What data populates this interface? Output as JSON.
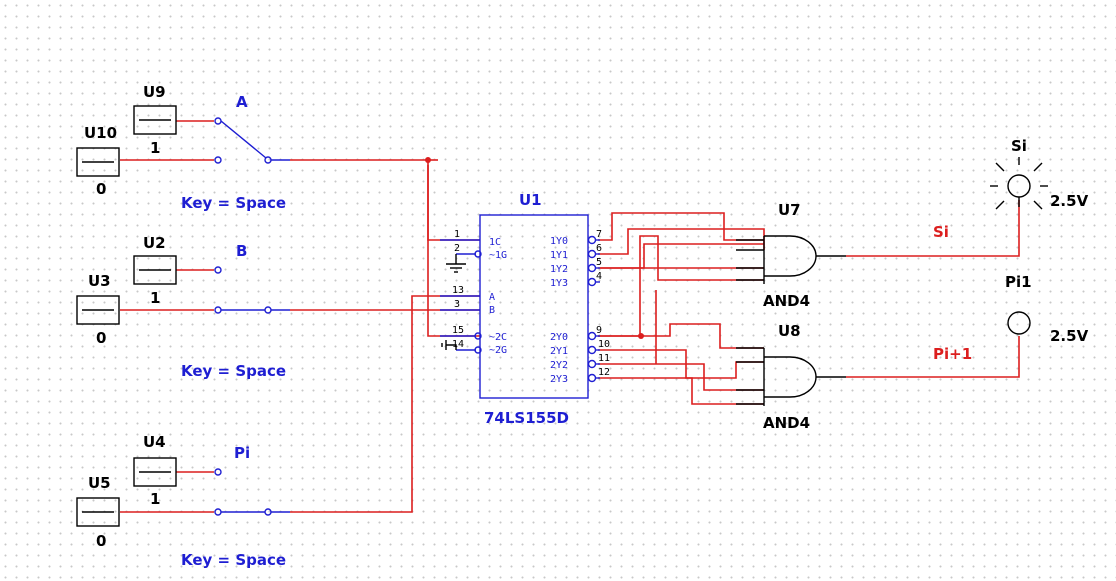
{
  "components": {
    "U10": {
      "ref": "U10",
      "value": "0"
    },
    "U9": {
      "ref": "U9",
      "value": "1"
    },
    "U3": {
      "ref": "U3",
      "value": "0"
    },
    "U2": {
      "ref": "U2",
      "value": "1"
    },
    "U5": {
      "ref": "U5",
      "value": "0"
    },
    "U4": {
      "ref": "U4",
      "value": "1"
    },
    "U1": {
      "ref": "U1",
      "part": "74LS155D"
    },
    "U7": {
      "ref": "U7",
      "part": "AND4"
    },
    "U8": {
      "ref": "U8",
      "part": "AND4"
    },
    "Si": {
      "ref": "Si",
      "voltage": "2.5V"
    },
    "Pi1": {
      "ref": "Pi1",
      "voltage": "2.5V"
    }
  },
  "switches": {
    "A": {
      "label": "A",
      "key": "Key = Space"
    },
    "B": {
      "label": "B",
      "key": "Key = Space"
    },
    "Pi": {
      "label": "Pi",
      "key": "Key = Space"
    }
  },
  "nets": {
    "si": "Si",
    "pi_plus_1": "Pi+1"
  },
  "u1_pins": {
    "left": [
      "1C",
      "~1G",
      "A",
      "B",
      "~2C",
      "~2G"
    ],
    "left_nums": [
      "1",
      "2",
      "13",
      "3",
      "15",
      "14"
    ],
    "right_top": [
      "1Y0",
      "1Y1",
      "1Y2",
      "1Y3"
    ],
    "right_top_nums": [
      "7",
      "6",
      "5",
      "4"
    ],
    "right_bot": [
      "2Y0",
      "2Y1",
      "2Y2",
      "2Y3"
    ],
    "right_bot_nums": [
      "9",
      "10",
      "11",
      "12"
    ]
  },
  "colors": {
    "wire": "#dc1e1e",
    "component": "#1e1ed2",
    "label": "#000000"
  }
}
